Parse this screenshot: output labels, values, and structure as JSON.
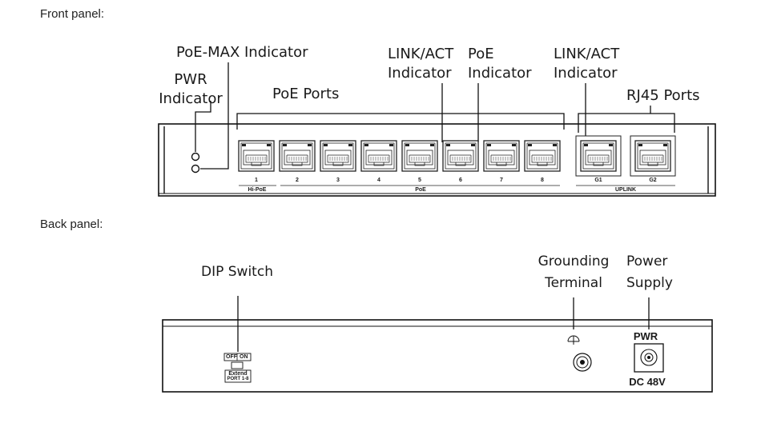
{
  "front": {
    "section_label": "Front panel:",
    "callouts": {
      "poe_max": "PoE-MAX Indicator",
      "pwr": "PWR\nIndicator",
      "poe_ports": "PoE Ports",
      "link_act": "LINK/ACT\nIndicator",
      "poe_indicator": "PoE\nIndicator",
      "link_act_uplink": "LINK/ACT\nIndicator",
      "rj45_ports": "RJ45 Ports"
    },
    "port_numbers": [
      "1",
      "2",
      "3",
      "4",
      "5",
      "6",
      "7",
      "8"
    ],
    "uplink_numbers": [
      "G1",
      "G2"
    ],
    "group_labels": {
      "hi_poe": "Hi-PoE",
      "poe": "PoE",
      "uplink": "UPLINK"
    }
  },
  "back": {
    "section_label": "Back panel:",
    "callouts": {
      "dip_switch": "DIP Switch",
      "grounding": "Grounding\nTerminal",
      "power_supply": "Power\nSupply"
    },
    "dip": {
      "off": "OFF",
      "on": "ON",
      "mode": "Extend",
      "ports": "PORT 1-8"
    },
    "power": {
      "label": "PWR",
      "rating": "DC 48V"
    }
  }
}
